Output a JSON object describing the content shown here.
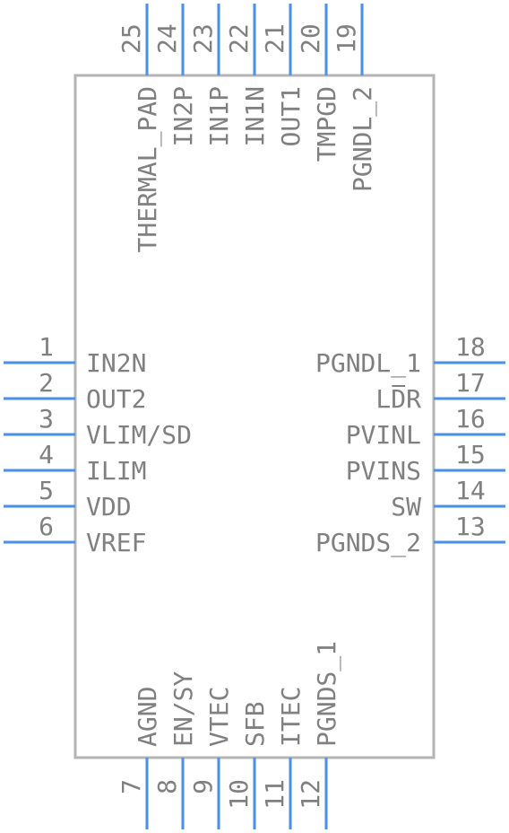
{
  "component": {
    "colors": {
      "pin": "#4a8fe8",
      "body_stroke": "#b4b4b4",
      "text": "#808080"
    },
    "left_pins": [
      {
        "number": "1",
        "name": "IN2N"
      },
      {
        "number": "2",
        "name": "OUT2"
      },
      {
        "number": "3",
        "name": "VLIM/SD"
      },
      {
        "number": "4",
        "name": "ILIM"
      },
      {
        "number": "5",
        "name": "VDD"
      },
      {
        "number": "6",
        "name": "VREF"
      }
    ],
    "bottom_pins": [
      {
        "number": "7",
        "name": "AGND"
      },
      {
        "number": "8",
        "name": "EN/SY"
      },
      {
        "number": "9",
        "name": "VTEC"
      },
      {
        "number": "10",
        "name": "SFB"
      },
      {
        "number": "11",
        "name": "ITEC"
      },
      {
        "number": "12",
        "name": "PGNDS_1"
      }
    ],
    "right_pins": [
      {
        "number": "18",
        "name": "PGNDL_1"
      },
      {
        "number": "17",
        "name": "LDR",
        "overline": "D"
      },
      {
        "number": "16",
        "name": "PVINL"
      },
      {
        "number": "15",
        "name": "PVINS"
      },
      {
        "number": "14",
        "name": "SW"
      },
      {
        "number": "13",
        "name": "PGNDS_2"
      }
    ],
    "top_pins": [
      {
        "number": "25",
        "name": "THERMAL_PAD"
      },
      {
        "number": "24",
        "name": "IN2P"
      },
      {
        "number": "23",
        "name": "IN1P"
      },
      {
        "number": "22",
        "name": "IN1N"
      },
      {
        "number": "21",
        "name": "OUT1"
      },
      {
        "number": "20",
        "name": "TMPGD"
      },
      {
        "number": "19",
        "name": "PGNDL_2"
      }
    ]
  }
}
